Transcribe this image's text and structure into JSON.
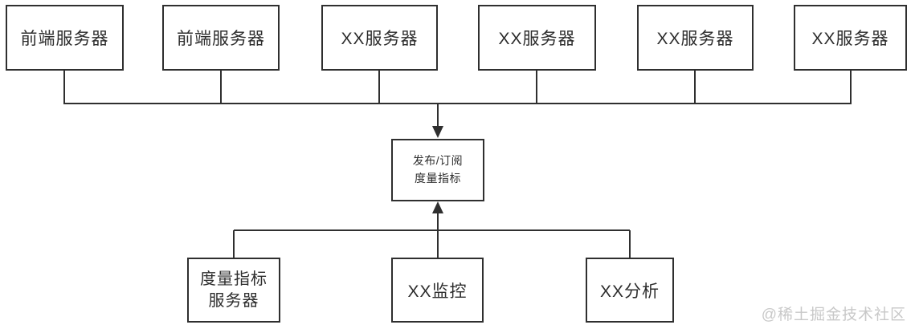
{
  "canvas": {
    "background": "#ffffff",
    "line_color": "#2f2f2f",
    "text_color": "#2d2d2d",
    "watermark_color": "#c8c8c8"
  },
  "nodes": {
    "top_row": [
      {
        "label": "前端服务器"
      },
      {
        "label": "前端服务器"
      },
      {
        "label": "XX服务器"
      },
      {
        "label": "XX服务器"
      },
      {
        "label": "XX服务器"
      },
      {
        "label": "XX服务器"
      }
    ],
    "hub": {
      "line1": "发布/订阅",
      "line2": "度量指标"
    },
    "bottom_row": [
      {
        "line1": "度量指标",
        "line2": "服务器"
      },
      {
        "label": "XX监控"
      },
      {
        "label": "XX分析"
      }
    ]
  },
  "watermark": {
    "text": "@稀土掘金技术社区"
  }
}
